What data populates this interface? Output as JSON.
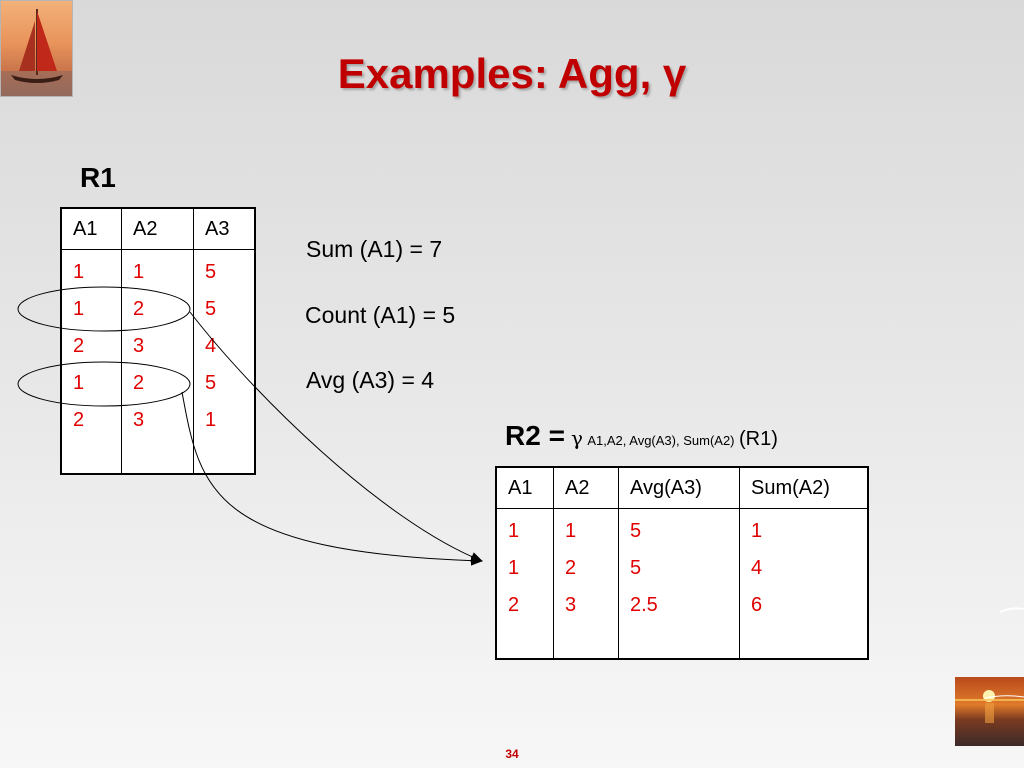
{
  "slide": {
    "title": "Examples: Agg, γ",
    "page_number": "34"
  },
  "r1": {
    "label": "R1",
    "columns": [
      "A1",
      "A2",
      "A3"
    ],
    "rows": [
      [
        "1",
        "1",
        "5"
      ],
      [
        "1",
        "2",
        "5"
      ],
      [
        "2",
        "3",
        "4"
      ],
      [
        "1",
        "2",
        "5"
      ],
      [
        "2",
        "3",
        "1"
      ]
    ]
  },
  "formulas": {
    "sum": "Sum (A1) = 7",
    "count": "Count (A1) = 5",
    "avg": "Avg (A3) = 4"
  },
  "r2": {
    "label_prefix": "R2 =",
    "gamma": "γ",
    "subscript": "A1,A2, Avg(A3), Sum(A2)",
    "argument": "(R1)",
    "columns": [
      "A1",
      "A2",
      "Avg(A3)",
      "Sum(A2)"
    ],
    "rows": [
      [
        "1",
        "1",
        "5",
        "1"
      ],
      [
        "1",
        "2",
        "5",
        "4"
      ],
      [
        "2",
        "3",
        "2.5",
        "6"
      ]
    ]
  },
  "colors": {
    "title": "#c00000",
    "values": "#e00000",
    "page_number": "#c00000"
  }
}
